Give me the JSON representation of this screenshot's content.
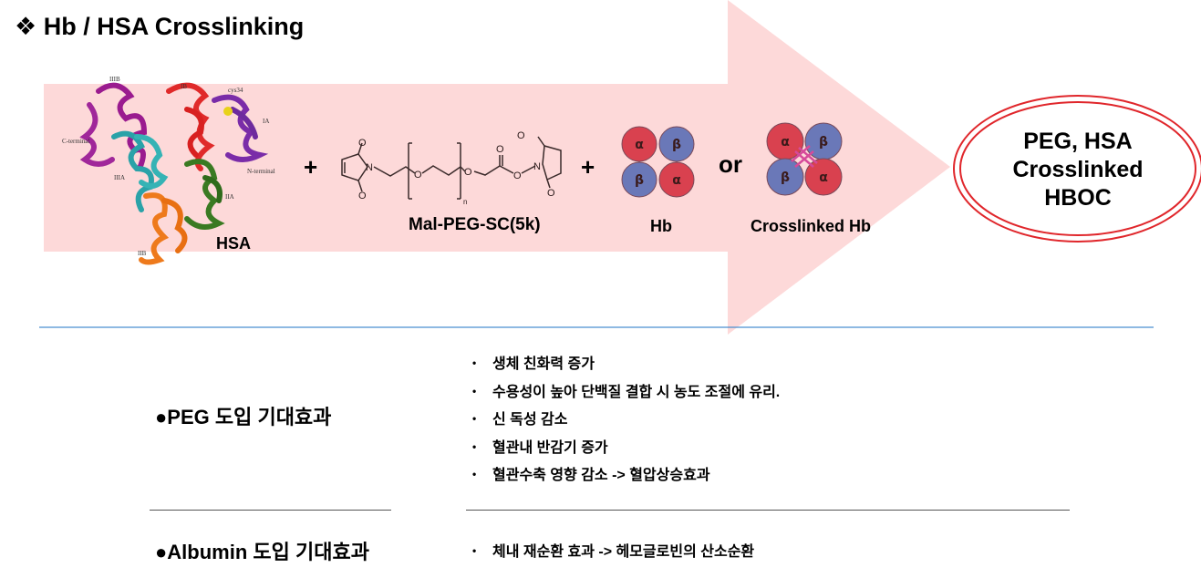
{
  "title": {
    "bullet": "❖",
    "text": "Hb / HSA Crosslinking"
  },
  "diagram": {
    "hsa": {
      "label": "HSA",
      "domains": [
        "IIIB",
        "IB",
        "cys34",
        "IA",
        "C-terminal",
        "N-terminal",
        "IIIA",
        "IIA",
        "IIB"
      ]
    },
    "plus_1": "+",
    "peg": {
      "label": "Mal-PEG-SC(5k)",
      "atoms": {
        "o": "O",
        "n": "N",
        "sub_n": "n"
      }
    },
    "plus_2": "+",
    "hb": {
      "label": "Hb",
      "subunits": [
        "α",
        "β",
        "β",
        "α"
      ]
    },
    "or": "or",
    "crosslinked_hb": {
      "label": "Crosslinked Hb",
      "subunits": [
        "α",
        "β",
        "β",
        "α"
      ]
    },
    "result": {
      "lines": [
        "PEG, HSA",
        "Crosslinked",
        "HBOC"
      ]
    },
    "colors": {
      "arrow": "#fdd9d9",
      "alpha": "#d9414f",
      "beta": "#6a78b8",
      "ellipse": "#e0262b",
      "divider": "#4a8fd0"
    }
  },
  "peg_effects": {
    "heading": "●PEG 도입 기대효과",
    "items": [
      "생체 친화력 증가",
      "수용성이 높아 단백질 결합 시 농도 조절에 유리.",
      "신 독성 감소",
      "혈관내 반감기 증가",
      "혈관수축 영향 감소 -> 혈압상승효과"
    ]
  },
  "albumin_effects": {
    "heading": "●Albumin 도입 기대효과",
    "items": [
      "체내 재순환 효과 -> 헤모글로빈의 산소순환"
    ]
  }
}
